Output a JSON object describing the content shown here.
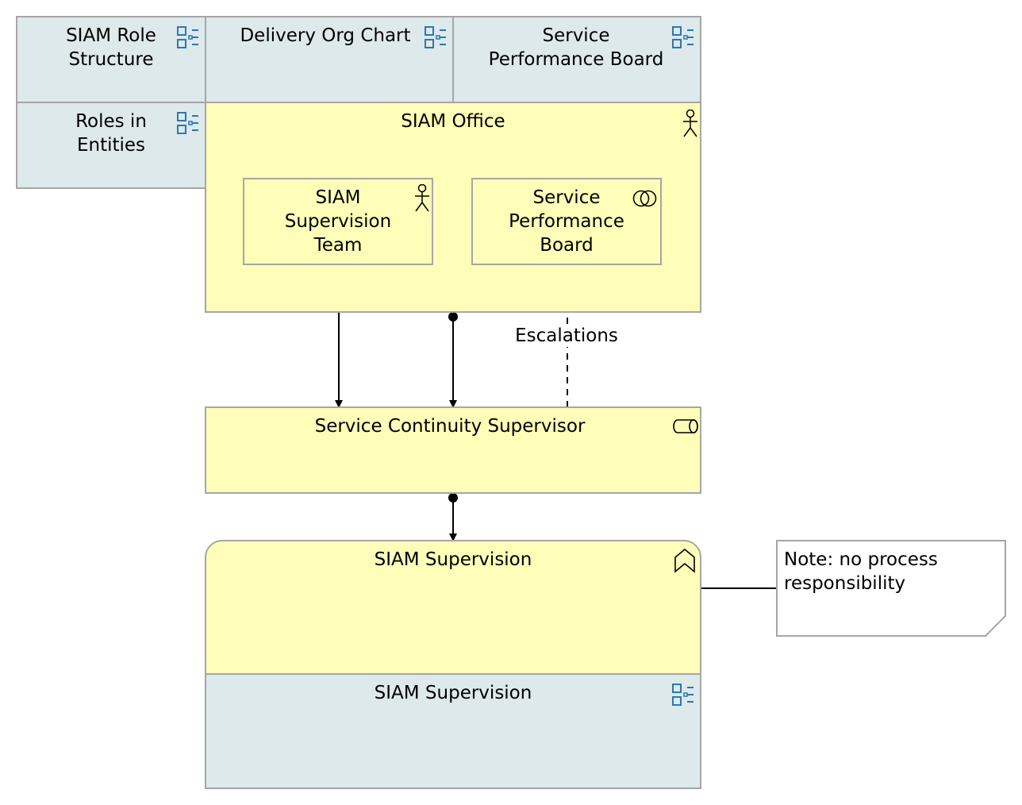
{
  "views": {
    "siam_role_structure": "SIAM Role Structure",
    "delivery_org_chart": "Delivery Org Chart",
    "service_performance_board": "Service Performance Board",
    "roles_in_entities": "Roles in Entities",
    "siam_supervision_view": "SIAM Supervision"
  },
  "actors": {
    "siam_office": "SIAM Office",
    "siam_supervision_team": "SIAM Supervision Team"
  },
  "collaboration": {
    "service_performance_board": "Service Performance Board"
  },
  "role": {
    "service_continuity_supervisor": "Service Continuity Supervisor"
  },
  "function": {
    "siam_supervision": "SIAM Supervision"
  },
  "relations": {
    "escalations": "Escalations"
  },
  "note": {
    "text": "Note: no process responsibility"
  },
  "icons": {
    "view_reference": "view-reference-icon",
    "actor": "actor-icon",
    "collaboration": "collaboration-icon",
    "role": "role-icon",
    "function": "function-icon"
  },
  "colors": {
    "blue_fill": "#dde9ea",
    "yellow_fill": "#fefeb8",
    "border": "#a6a6a6",
    "icon_blue": "#2a77b8"
  }
}
